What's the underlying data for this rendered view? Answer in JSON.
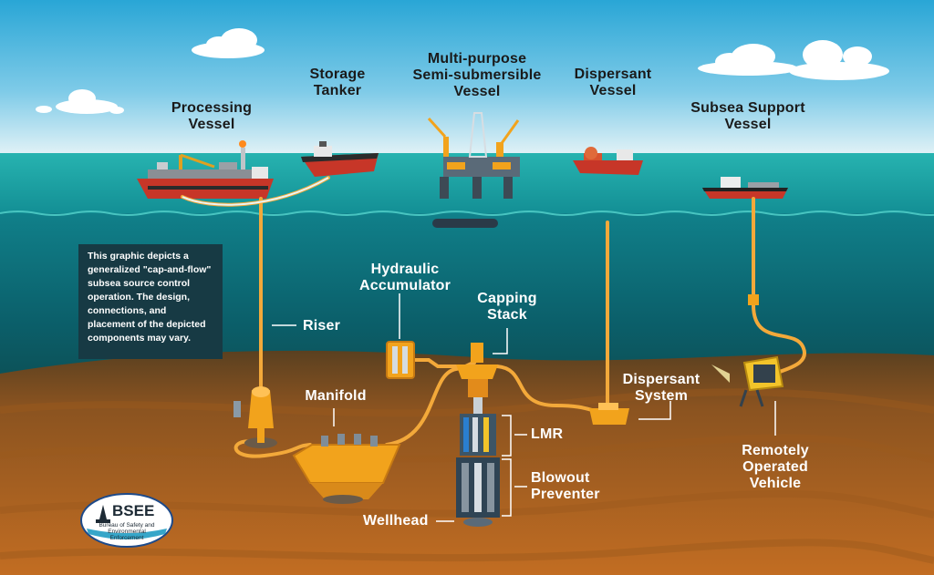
{
  "labels": {
    "processing_vessel": [
      "Processing",
      "Vessel"
    ],
    "storage_tanker": [
      "Storage",
      "Tanker"
    ],
    "semi_submersible": [
      "Multi-purpose",
      "Semi-submersible",
      "Vessel"
    ],
    "dispersant_vessel": [
      "Dispersant",
      "Vessel"
    ],
    "subsea_support_vessel": [
      "Subsea Support",
      "Vessel"
    ],
    "riser": "Riser",
    "hydraulic_accumulator": [
      "Hydraulic",
      "Accumulator"
    ],
    "capping_stack": [
      "Capping",
      "Stack"
    ],
    "manifold": "Manifold",
    "dispersant_system": [
      "Dispersant",
      "System"
    ],
    "lmr": "LMR",
    "blowout_preventer": [
      "Blowout",
      "Preventer"
    ],
    "wellhead": "Wellhead",
    "rov": [
      "Remotely",
      "Operated",
      "Vehicle"
    ]
  },
  "note": "This graphic depicts a generalized \"cap-and-flow\" subsea source control operation. The design, connections, and placement of the depicted components may vary.",
  "logo": {
    "name": "BSEE",
    "subtitle": [
      "Bureau of Safety and",
      "Environmental",
      "Enforcement"
    ]
  },
  "colors": {
    "sky_top": "#2aaad9",
    "sky_bottom": "#d9eef5",
    "sea_surface": "#1aa3a3",
    "deep_water": "#0a5f68",
    "seabed": "#b4621c",
    "flowline": "#f3a93a",
    "label_sky": "#1a1a1a",
    "label_water": "#ffffff"
  }
}
